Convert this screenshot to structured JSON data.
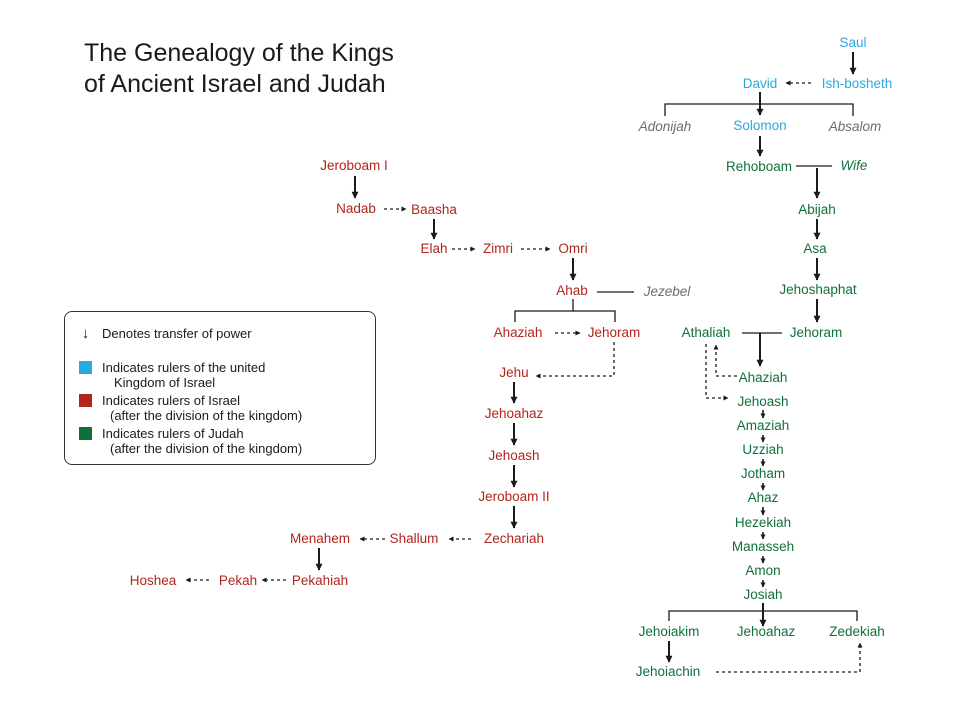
{
  "title": {
    "line1": "The Genealogy of the Kings",
    "line2": "of Ancient Israel and Judah"
  },
  "colors": {
    "united": "#29a9e1",
    "israel": "#b2251c",
    "judah": "#10703b",
    "other": "#6d6d6d",
    "line": "#1a1a1a"
  },
  "people": {
    "saul": "Saul",
    "david": "David",
    "ishbosheth": "Ish-bosheth",
    "adonijah": "Adonijah",
    "solomon": "Solomon",
    "absalom": "Absalom",
    "rehoboam": "Rehoboam",
    "wife": "Wife",
    "abijah": "Abijah",
    "asa": "Asa",
    "jehoshaphat": "Jehoshaphat",
    "jehoram_j": "Jehoram",
    "athaliah": "Athaliah",
    "ahaziah_j": "Ahaziah",
    "jehoash_j": "Jehoash",
    "amaziah": "Amaziah",
    "uzziah": "Uzziah",
    "jotham": "Jotham",
    "ahaz": "Ahaz",
    "hezekiah": "Hezekiah",
    "manasseh": "Manasseh",
    "amon": "Amon",
    "josiah": "Josiah",
    "jehoiakim": "Jehoiakim",
    "jehoahaz_j": "Jehoahaz",
    "zedekiah": "Zedekiah",
    "jehoiachin": "Jehoiachin",
    "jeroboam1": "Jeroboam I",
    "nadab": "Nadab",
    "baasha": "Baasha",
    "elah": "Elah",
    "zimri": "Zimri",
    "omri": "Omri",
    "ahab": "Ahab",
    "jezebel": "Jezebel",
    "ahaziah_i": "Ahaziah",
    "jehoram_i": "Jehoram",
    "jehu": "Jehu",
    "jehoahaz_i": "Jehoahaz",
    "jehoash_i": "Jehoash",
    "jeroboam2": "Jeroboam II",
    "zechariah": "Zechariah",
    "shallum": "Shallum",
    "menahem": "Menahem",
    "pekahiah": "Pekahiah",
    "pekah": "Pekah",
    "hoshea": "Hoshea"
  },
  "legend": {
    "power": "Denotes transfer of power",
    "united_1": "Indicates rulers of the united",
    "united_2": "Kingdom of Israel",
    "israel_1": "Indicates rulers of Israel",
    "israel_2": "(after the division of the kingdom)",
    "judah_1": "Indicates rulers of Judah",
    "judah_2": "(after the division of the kingdom)"
  }
}
